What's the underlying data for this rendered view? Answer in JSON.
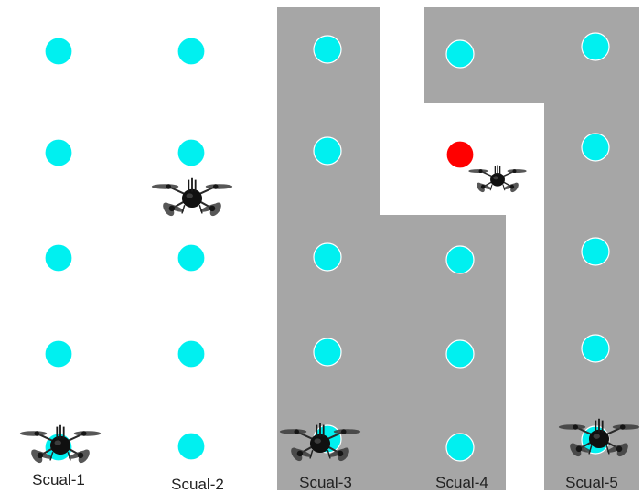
{
  "scene": {
    "background": "#ffffff",
    "region_color": "#a6a6a6",
    "waypoint_color": "#00f0f0",
    "waypoint_stroke": "#ffffff",
    "target_color": "#ff0000",
    "target_stroke": "#ffffff",
    "drone_icon": "quadcopter-drone-icon"
  },
  "columns": [
    {
      "label": "Scual-1",
      "drone_at_row": 4
    },
    {
      "label": "Scual-2",
      "drone_at_row": 1.5
    },
    {
      "label": "Scual-3",
      "drone_at_row": 4
    },
    {
      "label": "Scual-4",
      "drone_at_row": 1.2,
      "target": "red waypoint"
    },
    {
      "label": "Scual-5",
      "drone_at_row": 4
    }
  ]
}
